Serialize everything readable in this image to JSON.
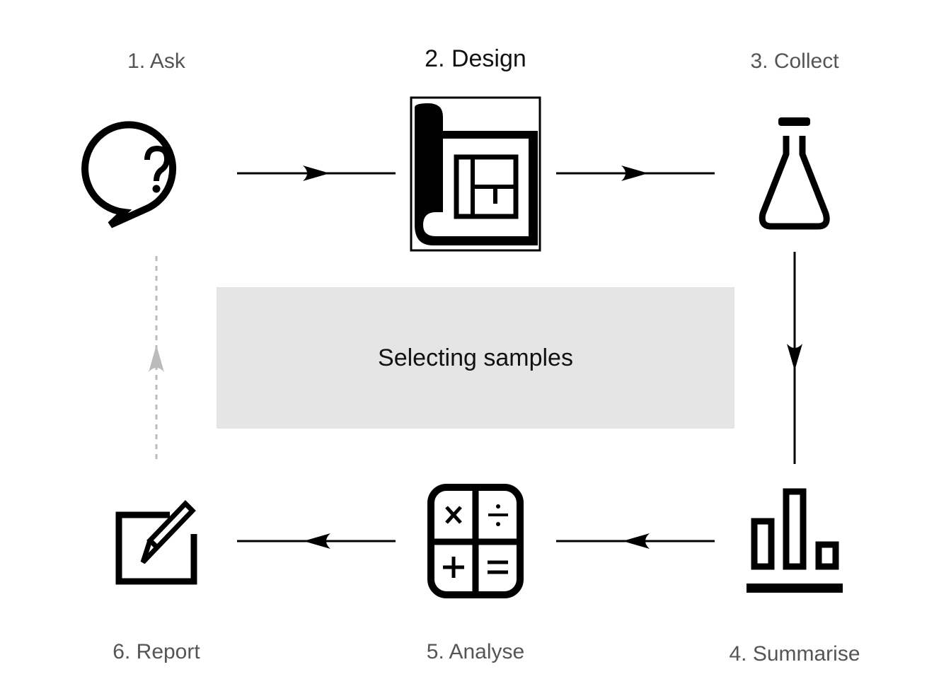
{
  "steps": [
    {
      "number": "1.",
      "name": "Ask",
      "icon": "speech-bubble-question-icon"
    },
    {
      "number": "2.",
      "name": "Design",
      "icon": "blueprint-icon",
      "active": true
    },
    {
      "number": "3.",
      "name": "Collect",
      "icon": "flask-icon"
    },
    {
      "number": "4.",
      "name": "Summarise",
      "icon": "bar-chart-icon"
    },
    {
      "number": "5.",
      "name": "Analyse",
      "icon": "calculator-icon"
    },
    {
      "number": "6.",
      "name": "Report",
      "icon": "edit-report-icon"
    }
  ],
  "labels": {
    "ask": "1. Ask",
    "design": "2. Design",
    "collect": "3. Collect",
    "summarise": "4. Summarise",
    "analyse": "5. Analyse",
    "report": "6. Report"
  },
  "center": {
    "text": "Selecting samples"
  },
  "colors": {
    "active": "#111111",
    "inactive": "#555555",
    "box": "#e5e5e5",
    "return_arrow": "#bbbbbb"
  }
}
